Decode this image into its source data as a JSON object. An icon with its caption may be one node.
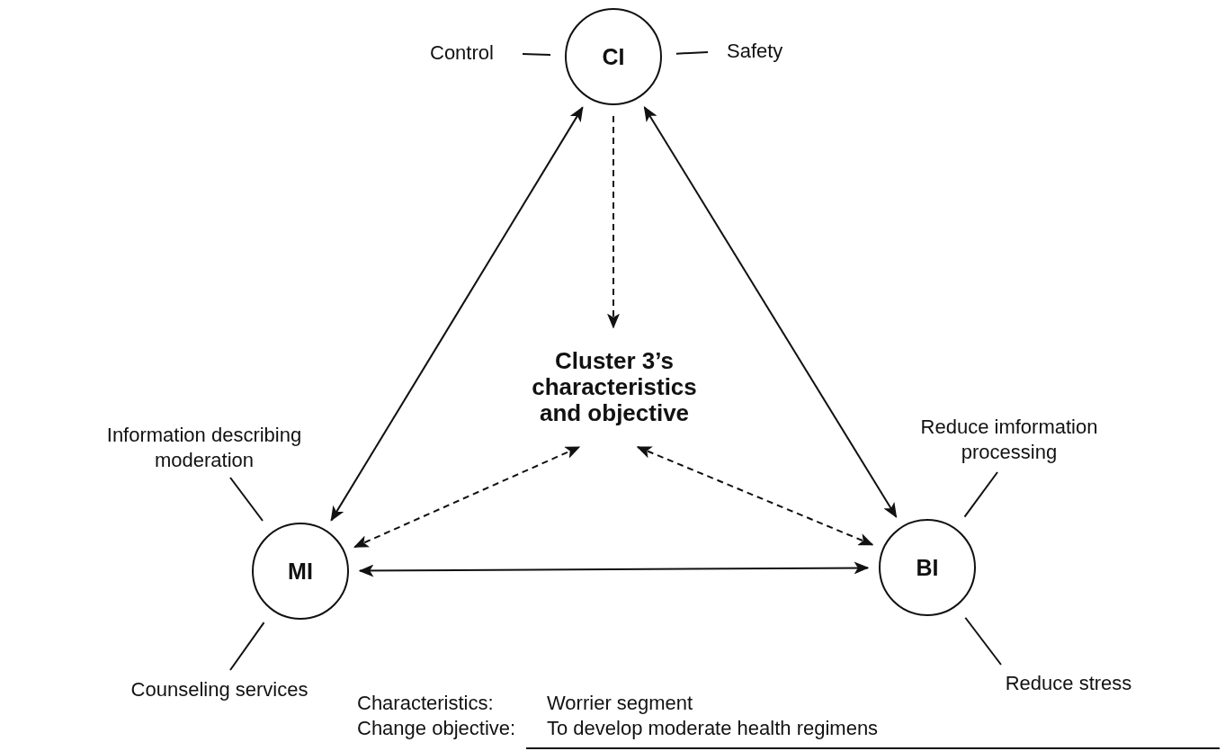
{
  "diagram": {
    "nodes": [
      {
        "text": [
          "CI"
        ]
      },
      {
        "text": [
          "MI"
        ]
      },
      {
        "text": [
          "BI"
        ]
      },
      {
        "text": [
          "Cluster 3’s characteristics and objective"
        ]
      },
      {
        "text": [
          "Control"
        ]
      },
      {
        "text": [
          "Safety"
        ]
      },
      {
        "text": [
          "Information describing moderation"
        ]
      },
      {
        "text": [
          "Counseling services"
        ]
      },
      {
        "text": [
          "Reduce imformation processing"
        ]
      },
      {
        "text": [
          "Reduce stress"
        ]
      }
    ],
    "edges": [
      {
        "from": 0,
        "to": 1,
        "arrow": "both"
      },
      {
        "from": 0,
        "to": 2,
        "arrow": "both"
      },
      {
        "from": 1,
        "to": 2,
        "arrow": "both"
      },
      {
        "from": 0,
        "to": 3,
        "arrow": "to",
        "style": "dashed"
      },
      {
        "from": 1,
        "to": 3,
        "arrow": "both",
        "style": "dashed"
      },
      {
        "from": 2,
        "to": 3,
        "arrow": "both",
        "style": "dashed"
      },
      {
        "from": 4,
        "to": 0,
        "arrow": "none"
      },
      {
        "from": 5,
        "to": 0,
        "arrow": "none"
      },
      {
        "from": 6,
        "to": 1,
        "arrow": "none"
      },
      {
        "from": 7,
        "to": 1,
        "arrow": "none"
      },
      {
        "from": 8,
        "to": 2,
        "arrow": "none"
      },
      {
        "from": 9,
        "to": 2,
        "arrow": "none"
      }
    ],
    "labels": [
      "Characteristics:",
      "Worrier segment",
      "Change objective:",
      "To develop moderate health regimens"
    ]
  }
}
